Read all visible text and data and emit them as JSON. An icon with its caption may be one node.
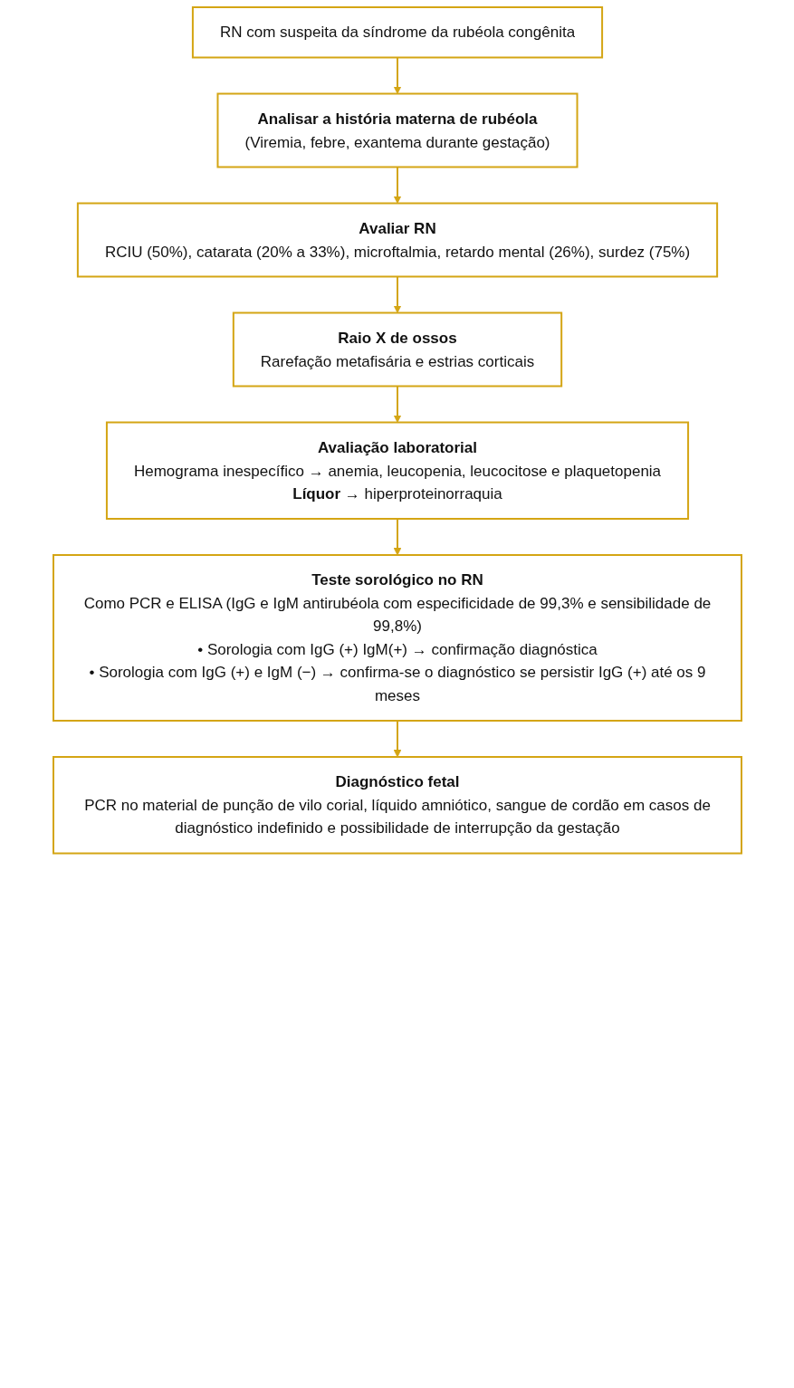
{
  "diagram": {
    "nodes": [
      {
        "text": [
          "RN com suspeita da síndrome da rubéola congênita"
        ]
      },
      {
        "text": [
          "Analisar a história materna de rubéola",
          "(Viremia, febre, exantema durante gestação)"
        ]
      },
      {
        "text": [
          "Avaliar RN",
          "RCIU (50%), catarata (20% a 33%), microftalmia, retardo mental (26%), surdez (75%)"
        ]
      },
      {
        "text": [
          "Raio X de ossos",
          "Rarefação metafisária e estrias corticais"
        ]
      },
      {
        "text": [
          "Avaliação laboratorial",
          "Hemograma inespecífico → anemia, leucopenia, leucocitose e plaquetopenia",
          "**Líquor** → hiperproteinorraquia"
        ]
      },
      {
        "text": [
          "Teste sorológico no RN",
          "Como PCR e ELISA (IgG e IgM antirubéola com especificidade de 99,3% e sensibilidade de 99,8%)",
          "• Sorologia com IgG (+) IgM(+) → confirmação diagnóstica",
          "• Sorologia com IgG (+) e IgM (−) → confirma-se o diagnóstico se persistir IgG (+) até os 9 meses"
        ]
      },
      {
        "text": [
          "Diagnóstico fetal",
          "PCR no material de punção de vilo corial, líquido amniótico, sangue de cordão em casos de diagnóstico indefinido e possibilidade de interrupção da gestação"
        ]
      }
    ],
    "edges": [
      {
        "from": 0,
        "to": 1,
        "arrow": "to"
      },
      {
        "from": 1,
        "to": 2,
        "arrow": "to"
      },
      {
        "from": 2,
        "to": 3,
        "arrow": "to"
      },
      {
        "from": 3,
        "to": 4,
        "arrow": "to"
      },
      {
        "from": 4,
        "to": 5,
        "arrow": "to"
      },
      {
        "from": 5,
        "to": 6,
        "arrow": "to"
      }
    ]
  }
}
